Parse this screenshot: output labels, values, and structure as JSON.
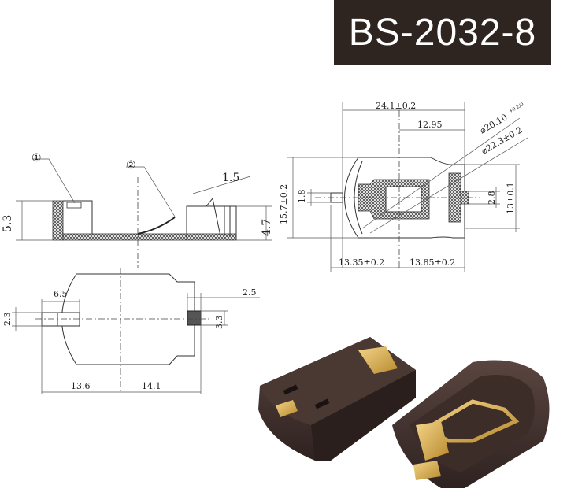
{
  "title": "BS-2032-8",
  "side_view": {
    "callout_1": "①",
    "callout_2": "②",
    "height_left": "5.3",
    "height_right": "4.7",
    "contact_width": "1.5"
  },
  "bottom_view": {
    "tab_length": "6.5",
    "tab_height": "2.3",
    "pad_width": "2.5",
    "pad_height": "3.3",
    "left_span": "13.6",
    "right_span": "14.1"
  },
  "top_view": {
    "overall_length": "24.1±0.2",
    "center_offset": "12.95",
    "inner_dia": "⌀20.10",
    "inner_dia_tol": "+0.2/0",
    "outer_dia": "⌀22.3±0.2",
    "overall_width": "15.7±0.2",
    "left_pin": "1.8",
    "right_pin": "2.8",
    "right_width": "13±0.1",
    "left_half": "13.35±0.2",
    "right_half": "13.85±0.2"
  },
  "colors": {
    "title_bg": "#2e2420",
    "body": "#3b2c27",
    "contact": "#c9a24a"
  }
}
